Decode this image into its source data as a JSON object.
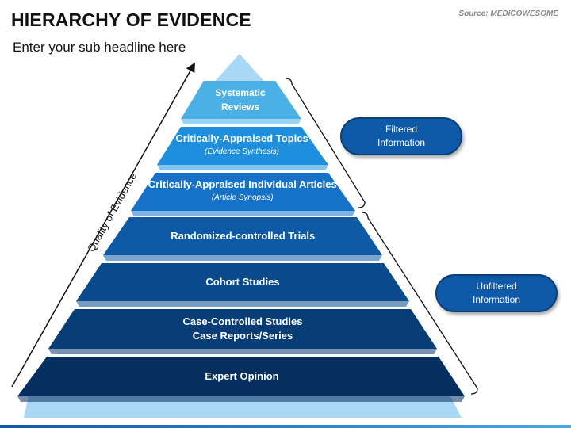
{
  "header": {
    "title": "HIERARCHY OF EVIDENCE",
    "subtitle": "Enter your sub headline here",
    "source": "Source: MEDICOWESOME"
  },
  "axis": {
    "label": "Quality of Evidence"
  },
  "tiers": [
    {
      "lines": [
        "Systematic",
        "Reviews"
      ],
      "sub": ""
    },
    {
      "lines": [
        "Critically-Appraised Topics"
      ],
      "sub": "(Evidence Synthesis)"
    },
    {
      "lines": [
        "Critically-Appraised Individual Articles"
      ],
      "sub": "(Article Synopsis)"
    },
    {
      "lines": [
        "Randomized-controlled Trials"
      ],
      "sub": ""
    },
    {
      "lines": [
        "Cohort Studies"
      ],
      "sub": ""
    },
    {
      "lines": [
        "Case-Controlled Studies",
        "Case Reports/Series"
      ],
      "sub": ""
    },
    {
      "lines": [
        "Expert Opinion"
      ],
      "sub": ""
    }
  ],
  "groups": {
    "filtered": {
      "line1": "Filtered",
      "line2": "Information"
    },
    "unfiltered": {
      "line1": "Unfiltered",
      "line2": "Information"
    }
  },
  "colors": {
    "apex": "#a8d8f5",
    "tiers": [
      "#4ab0e6",
      "#1e8fdc",
      "#1672c8",
      "#0e59a6",
      "#0a4a8c",
      "#083c76",
      "#062e5e"
    ],
    "pill": "#0e5aa8"
  }
}
